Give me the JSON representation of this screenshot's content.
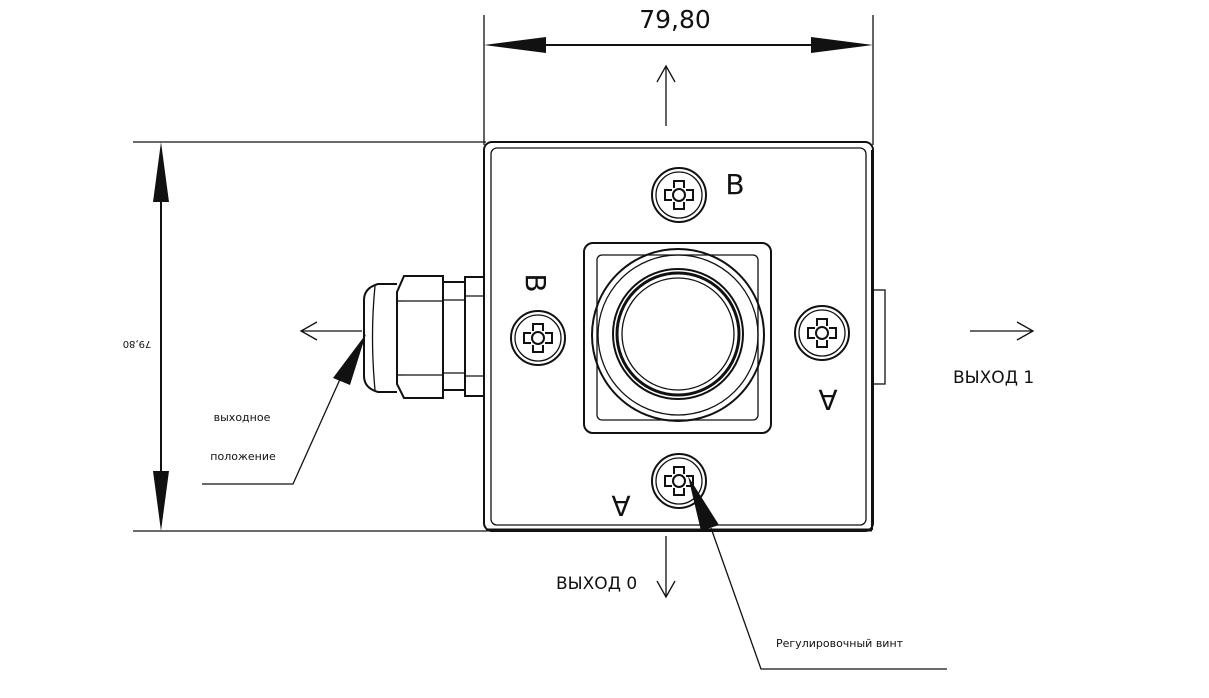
{
  "dimensions": {
    "width_label": "79,80",
    "height_label": "79,80"
  },
  "face_letters": {
    "top": "B",
    "left": "B",
    "right": "A",
    "bottom": "A"
  },
  "outputs": {
    "right_label": "ВЫХОД 1",
    "bottom_label": "ВЫХОД 0"
  },
  "callouts": {
    "cable_position_line1": "выходное",
    "cable_position_line2": "положение",
    "adjust_screw": "Регулировочный винт"
  }
}
